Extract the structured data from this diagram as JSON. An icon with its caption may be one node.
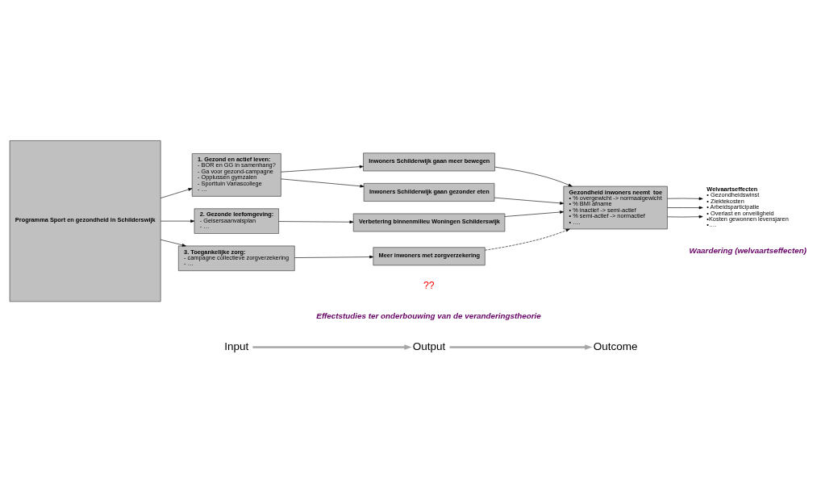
{
  "diagram": {
    "nodes": [
      {
        "text": [
          "Input"
        ]
      },
      {
        "text": [
          "Output"
        ]
      },
      {
        "text": [
          "Outcome"
        ]
      },
      {
        "text": [
          "Programma Sport en gezondheid in Schilderswijk"
        ]
      },
      {
        "text": [
          "1. Gezond en actief leven:",
          "- BOR en GG in samenhang?",
          "- Ga voor gezond-campagne",
          "- Opplussen gymzalen",
          "- Sporttuin Variascollege",
          "- …"
        ]
      },
      {
        "text": [
          "2. Gezonde leefomgeving:",
          "- Geisersaanvalsplan",
          "- …"
        ]
      },
      {
        "text": [
          "3. Toegankelijke zorg:",
          "- campagne collectieve zorgverzekering",
          "- …"
        ]
      },
      {
        "text": [
          "Inwoners Schilderwijk gaan meer bewegen"
        ]
      },
      {
        "text": [
          "Inwoners Schilderwijk gaan gezonder eten"
        ]
      },
      {
        "text": [
          "Verbetering binnenmilieu Woningen Schilderswijk"
        ]
      },
      {
        "text": [
          "Meer inwoners met zorgverzekering"
        ]
      },
      {
        "text": [
          "Gezondheid inwoners neemt  toe",
          "• % overgewicht -> normaalgewicht",
          "• % BMI afname",
          "• % inactief -> semi-actief",
          "• % semi-actief -> normactief",
          "• …."
        ]
      },
      {
        "text": [
          "Welvaartseffecten",
          "• Gezondheidswinst",
          "• Ziektekosten",
          "• Arbeidsparticipatie",
          "• Overlast en onveiligheid",
          "•Kosten gewonnen levensjaren",
          "•…."
        ]
      }
    ],
    "edges": [
      {
        "from": 0,
        "to": 1,
        "arrow": "to",
        "style": "thick",
        "color": "#a6a6a6"
      },
      {
        "from": 1,
        "to": 2,
        "arrow": "to",
        "style": "thick",
        "color": "#a6a6a6"
      },
      {
        "from": 3,
        "to": 4,
        "arrow": "to"
      },
      {
        "from": 3,
        "to": 5,
        "arrow": "to"
      },
      {
        "from": 3,
        "to": 6,
        "arrow": "to"
      },
      {
        "from": 4,
        "to": 7,
        "arrow": "to"
      },
      {
        "from": 4,
        "to": 8,
        "arrow": "to"
      },
      {
        "from": 5,
        "to": 9,
        "arrow": "to"
      },
      {
        "from": 6,
        "to": 10,
        "arrow": "to"
      },
      {
        "from": 7,
        "to": 11,
        "arrow": "to"
      },
      {
        "from": 8,
        "to": 11,
        "arrow": "to"
      },
      {
        "from": 9,
        "to": 11,
        "arrow": "to"
      },
      {
        "from": 10,
        "to": 11,
        "arrow": "to",
        "style": "dashed"
      },
      {
        "from": 11,
        "to": 12,
        "arrow": "to"
      },
      {
        "from": 11,
        "to": 12,
        "arrow": "to"
      },
      {
        "from": 11,
        "to": 12,
        "arrow": "to"
      }
    ],
    "labels": [
      "Waardering (welvaartseffecten)",
      "??",
      "Effectstudies ter onderbouwing van de veranderingstheorie"
    ]
  }
}
